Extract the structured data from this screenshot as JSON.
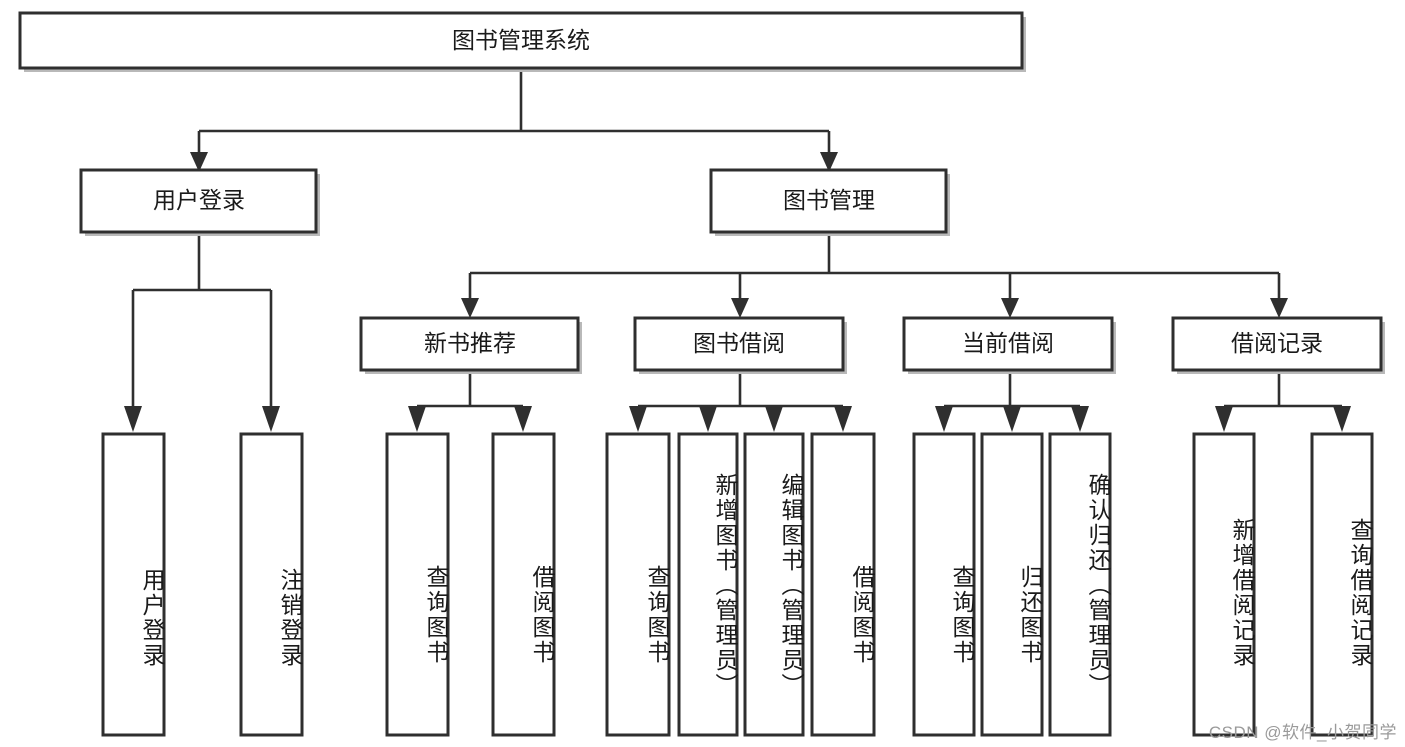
{
  "diagram": {
    "type": "tree",
    "title": "图书管理系统",
    "watermark": "CSDN @软件_小贺同学",
    "colors": {
      "box_stroke": "#2f2f2f",
      "box_fill": "#ffffff",
      "connector": "#2f2f2f",
      "background": "#ffffff",
      "watermark": "#9a9a9a"
    },
    "nodes": {
      "root": {
        "label": "图书管理系统"
      },
      "level2": [
        {
          "label": "用户登录"
        },
        {
          "label": "图书管理"
        }
      ],
      "level3": [
        {
          "label": "新书推荐"
        },
        {
          "label": "图书借阅"
        },
        {
          "label": "当前借阅"
        },
        {
          "label": "借阅记录"
        }
      ],
      "leaves": {
        "user_login": [
          {
            "label": "用户登录"
          },
          {
            "label": "注销登录"
          }
        ],
        "new_book": [
          {
            "label": "查询图书"
          },
          {
            "label": "借阅图书"
          }
        ],
        "book_borrow": [
          {
            "label": "查询图书"
          },
          {
            "label": "新增图书（管理员）"
          },
          {
            "label": "编辑图书（管理员）"
          },
          {
            "label": "借阅图书"
          }
        ],
        "current_borrow": [
          {
            "label": "查询图书"
          },
          {
            "label": "归还图书"
          },
          {
            "label": "确认归还（管理员）"
          }
        ],
        "borrow_record": [
          {
            "label": "新增借阅记录"
          },
          {
            "label": "查询借阅记录"
          }
        ]
      }
    }
  }
}
